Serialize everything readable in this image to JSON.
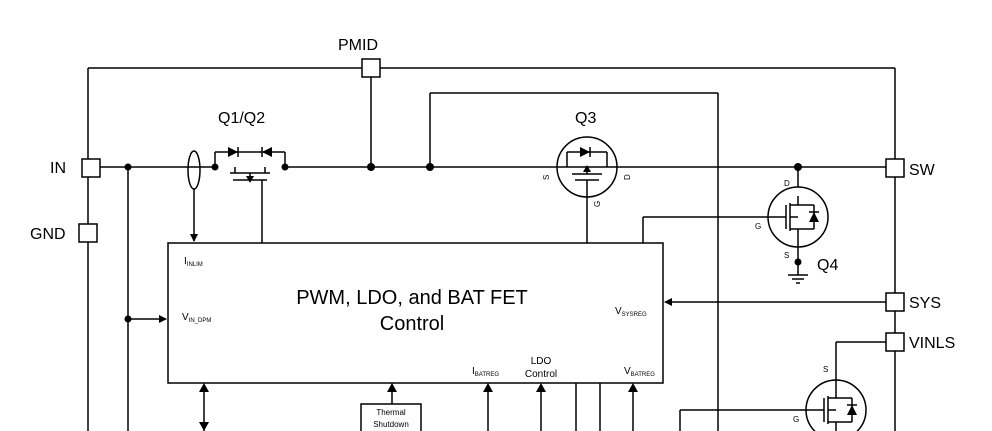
{
  "pins": {
    "pmid": "PMID",
    "in": "IN",
    "gnd": "GND",
    "sw": "SW",
    "sys": "SYS",
    "vinls": "VINLS"
  },
  "transistors": {
    "q1q2": "Q1/Q2",
    "q3": "Q3",
    "q4": "Q4",
    "q3_s": "S",
    "q3_d": "D",
    "q3_g": "G",
    "q4_d": "D",
    "q4_g": "G",
    "q4_s": "S",
    "q5_s": "S",
    "q5_g": "G"
  },
  "control_block": {
    "title_line1": "PWM, LDO, and BAT FET",
    "title_line2": "Control",
    "inlim_main": "I",
    "inlim_sub": "INLIM",
    "vindpm_main": "V",
    "vindpm_sub": "IN_DPM",
    "vsysreg_main": "V",
    "vsysreg_sub": "SYSREG",
    "ibatreg_main": "I",
    "ibatreg_sub": "BATREG",
    "ldo_line1": "LDO",
    "ldo_line2": "Control",
    "vbatreg_main": "V",
    "vbatreg_sub": "BATREG"
  },
  "thermal": {
    "line1": "Thermal",
    "line2": "Shutdown"
  }
}
